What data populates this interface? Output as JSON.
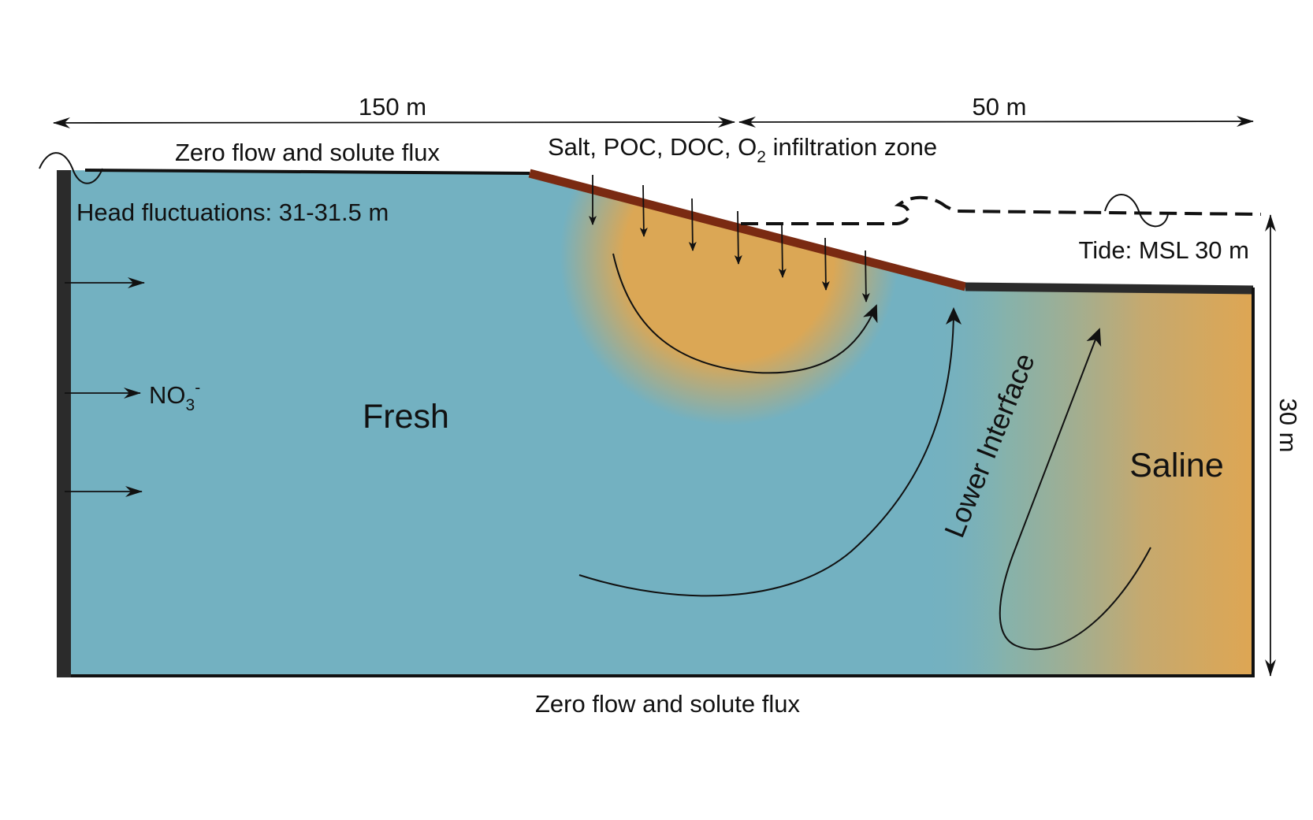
{
  "dimensions": {
    "width_label": "150 m",
    "width_right_label": "50 m",
    "depth_label": "30 m"
  },
  "boundaries": {
    "top_left": "Zero flow and solute flux",
    "bottom": "Zero flow and solute flux",
    "left_head": "Head fluctuations: 31-31.5 m",
    "tide": "Tide: MSL 30 m"
  },
  "infiltration": {
    "prefix": "Salt, POC, DOC, O",
    "subscript": "2",
    "suffix": " infiltration zone"
  },
  "inflow": {
    "species_base": "NO",
    "species_sub": "3",
    "species_sup": "-"
  },
  "zones": {
    "fresh": "Fresh",
    "saline": "Saline",
    "interface": "Lower Interface"
  },
  "colors": {
    "fresh": "#73b1c1",
    "saline": "#dba755",
    "seepage_face": "#7a2a12",
    "boundary": "#2b2b2b"
  }
}
